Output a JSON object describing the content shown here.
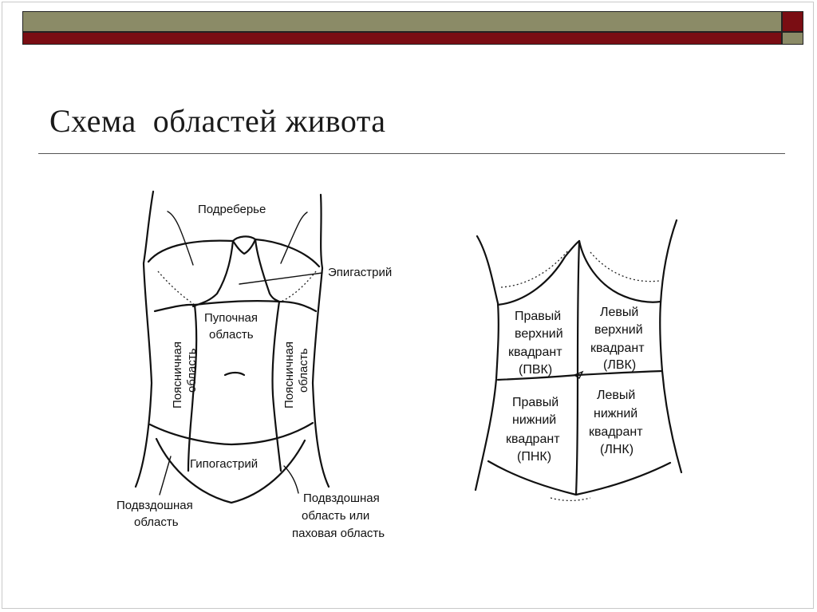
{
  "slide": {
    "title": "Схема  областей живота"
  },
  "regions_diagram": {
    "subcostal": "Подреберье",
    "epigastric": "Эпигастрий",
    "umbilical": [
      "Пупочная",
      "область"
    ],
    "lumbar": [
      "Поясничная",
      "область"
    ],
    "hypogastric": "Гипогастрий",
    "iliac_left": [
      "Подвздошная",
      "область"
    ],
    "iliac_right": [
      "Подвздошная",
      "область или",
      "паховая область"
    ]
  },
  "quadrants_diagram": {
    "right_upper": [
      "Правый",
      "верхний",
      "квадрант",
      "(ПВК)"
    ],
    "left_upper": [
      "Левый",
      "верхний",
      "квадрант",
      "(ЛВК)"
    ],
    "right_lower": [
      "Правый",
      "нижний",
      "квадрант",
      "(ПНК)"
    ],
    "left_lower": [
      "Левый",
      "нижний",
      "квадрант",
      "(ЛНК)"
    ]
  },
  "colors": {
    "bar_olive": "#8b8b67",
    "bar_red": "#7a0d13"
  }
}
